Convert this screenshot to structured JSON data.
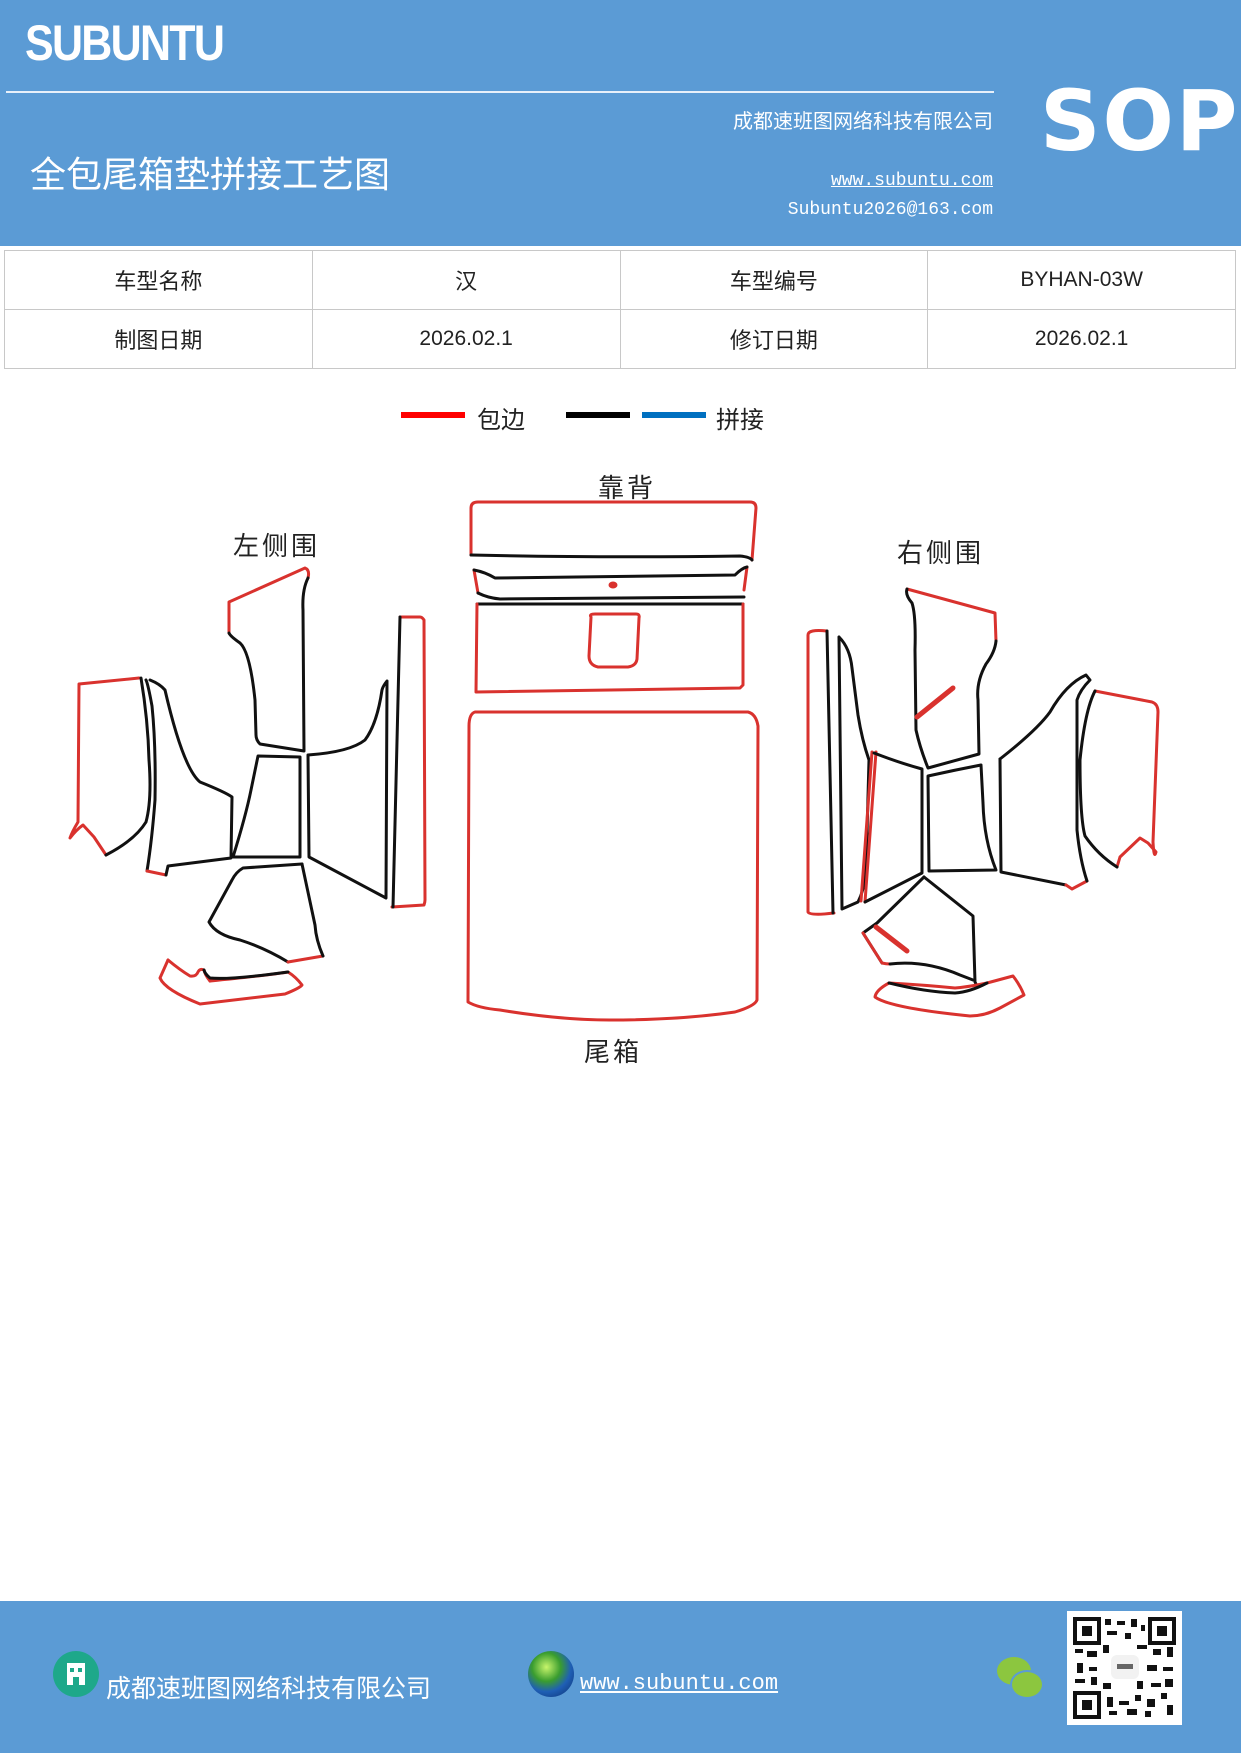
{
  "header": {
    "brand": "SUBUNTU",
    "title": "全包尾箱垫拼接工艺图",
    "company": "成都速班图网络科技有限公司",
    "website": "www.subuntu.com",
    "email": "Subuntu2026@163.com",
    "badge": "SOP",
    "background_color": "#5b9bd5"
  },
  "info_table": {
    "rows": [
      [
        {
          "label": "车型名称",
          "value": "汉"
        },
        {
          "label": "车型编号",
          "value": "BYHAN-03W"
        }
      ],
      [
        {
          "label": "制图日期",
          "value": "2026.02.1"
        },
        {
          "label": "修订日期",
          "value": "2026.02.1"
        }
      ]
    ]
  },
  "legend": {
    "items": [
      {
        "label": "包边",
        "color": "#ff0000"
      },
      {
        "label": "",
        "color": "#000000"
      },
      {
        "label": "拼接",
        "color": "#0070c0"
      }
    ]
  },
  "diagram": {
    "labels": {
      "left_side": "左侧围",
      "backrest": "靠背",
      "right_side": "右侧围",
      "trunk": "尾箱"
    },
    "colors": {
      "edge": "#d9322e",
      "seam": "#111111"
    }
  },
  "footer": {
    "company": "成都速班图网络科技有限公司",
    "website": "www.subuntu.com",
    "icons": [
      "building-icon",
      "globe-icon",
      "wechat-icon",
      "qr-code"
    ]
  }
}
